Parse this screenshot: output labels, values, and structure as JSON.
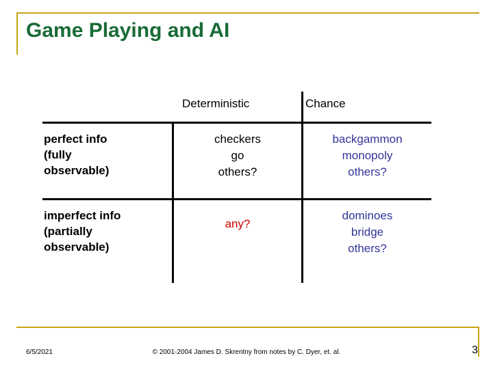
{
  "slide": {
    "title": "Game Playing and AI",
    "table": {
      "column_headers": [
        "Deterministic",
        "Chance"
      ],
      "rows": [
        {
          "label": "perfect info\n(fully\nobservable)",
          "deterministic": "checkers\ngo\nothers?",
          "chance": "backgammon\nmonopoly\nothers?"
        },
        {
          "label": "imperfect info\n(partially\nobservable)",
          "deterministic": "any?",
          "chance": "dominoes\nbridge\nothers?"
        }
      ]
    },
    "footer": {
      "date": "6/5/2021",
      "credit": "© 2001-2004 James D. Skrentny from notes by C. Dyer, et. al.",
      "page_number": "3"
    },
    "colors": {
      "title": "#1a6b36",
      "frame": "#c8a415",
      "chance_text": "#333399",
      "any_text": "#cc0000",
      "rule": "#000000"
    }
  }
}
